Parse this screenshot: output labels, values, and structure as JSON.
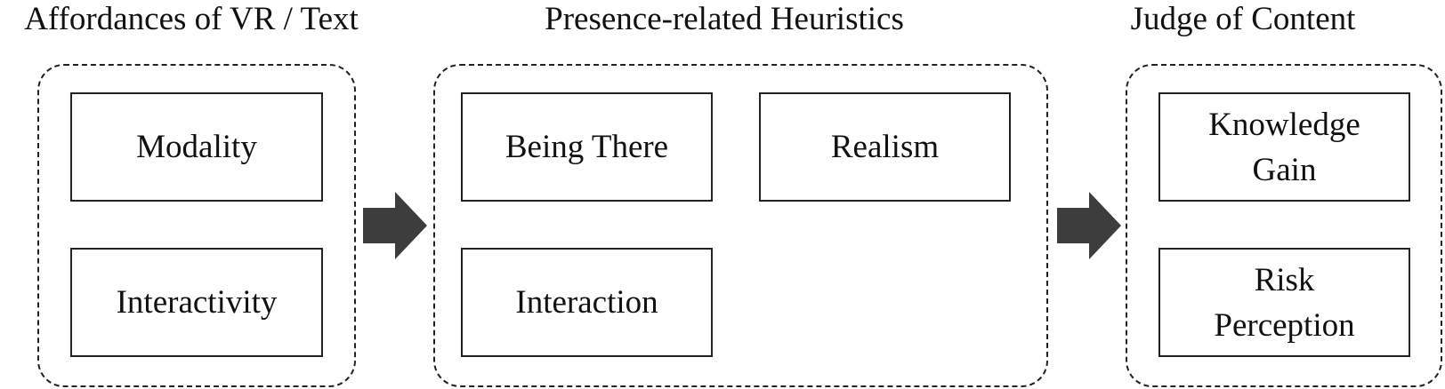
{
  "groups": [
    {
      "title": "Affordances of VR / Text",
      "items": [
        "Modality",
        "Interactivity"
      ]
    },
    {
      "title": "Presence-related Heuristics",
      "items": [
        "Being There",
        "Realism",
        "Interaction"
      ]
    },
    {
      "title": "Judge of Content",
      "items": [
        "Knowledge\nGain",
        "Risk\nPerception"
      ]
    }
  ],
  "colors": {
    "stroke": "#222222",
    "arrow": "#3d3d3d",
    "text": "#111111"
  },
  "icons": {
    "connector": "right-block-arrow-icon"
  }
}
